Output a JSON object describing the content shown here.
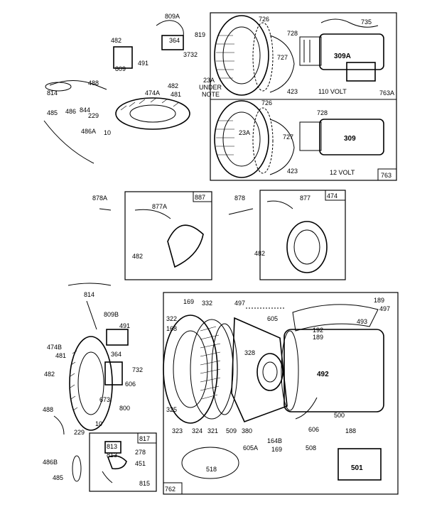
{
  "groups": {
    "g763": {
      "id": "763",
      "sub_id": "763A",
      "volt_110": "110 VOLT",
      "volt_12": "12 VOLT",
      "note": [
        "23A",
        "UNDER",
        "NOTE"
      ],
      "labels": [
        "726",
        "728",
        "735",
        "727",
        "309A",
        "423",
        "726",
        "728",
        "23A",
        "727",
        "309",
        "423"
      ]
    },
    "g887": {
      "id": "887",
      "labels": [
        "878A",
        "877A",
        "482"
      ]
    },
    "g474": {
      "id": "474",
      "labels": [
        "878",
        "877",
        "482"
      ]
    },
    "g762": {
      "id": "762",
      "labels": [
        "169",
        "332",
        "497",
        "189",
        "497",
        "322",
        "168",
        "605",
        "493",
        "192",
        "189",
        "328",
        "492",
        "325",
        "323",
        "324",
        "321",
        "509",
        "380",
        "500",
        "188",
        "606",
        "605A",
        "164B",
        "169",
        "508",
        "518",
        "501"
      ]
    },
    "g817": {
      "id": "817",
      "labels": [
        "813",
        "813",
        "278",
        "451",
        "815"
      ]
    }
  },
  "loose_labels": {
    "top_left": [
      "809A",
      "482",
      "364",
      "819",
      "809",
      "3732",
      "491",
      "488",
      "482",
      "814",
      "474A",
      "481",
      "485",
      "486",
      "844",
      "229",
      "486A",
      "10"
    ],
    "bottom_left": [
      "814",
      "809B",
      "491",
      "474B",
      "481",
      "364",
      "482",
      "732",
      "606",
      "673",
      "800",
      "488",
      "229",
      "10",
      "486B",
      "485"
    ]
  }
}
